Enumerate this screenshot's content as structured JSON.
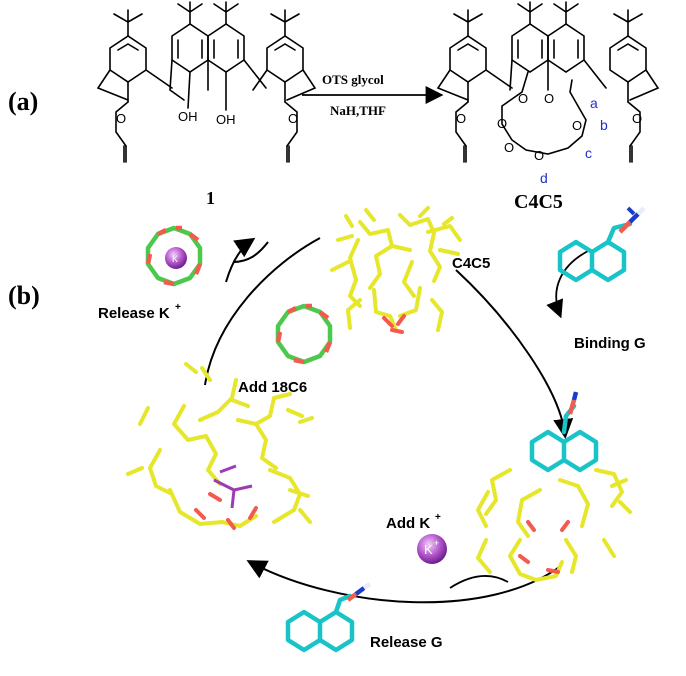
{
  "panel_a": {
    "label": "(a)",
    "oh_left": "OH",
    "oh_right": "OH",
    "reagent_top": "OTS glycol",
    "reagent_bottom": "NaH,THF",
    "pos_a": "a",
    "pos_b": "b",
    "pos_c": "c",
    "pos_d": "d",
    "compound_1": "1",
    "compound_c4c5": "C4C5"
  },
  "panel_b": {
    "label": "(b)",
    "c4c5_label": "C4C5",
    "binding_g": "Binding G",
    "add_k": "Add K",
    "add_k_sup": "+",
    "release_g": "Release G",
    "add_18c6": "Add 18C6",
    "release_k": "Release K",
    "release_k_sup": "+",
    "k_ion": "K",
    "k_ion_sup": "+"
  },
  "colors": {
    "carbon": "#e6e62a",
    "oxygen": "#f25c4f",
    "guest": "#18c4c8",
    "crown_carbon": "#4cc94c",
    "potassium": "#9b3bb5",
    "annotation": "#1f2fd0"
  }
}
